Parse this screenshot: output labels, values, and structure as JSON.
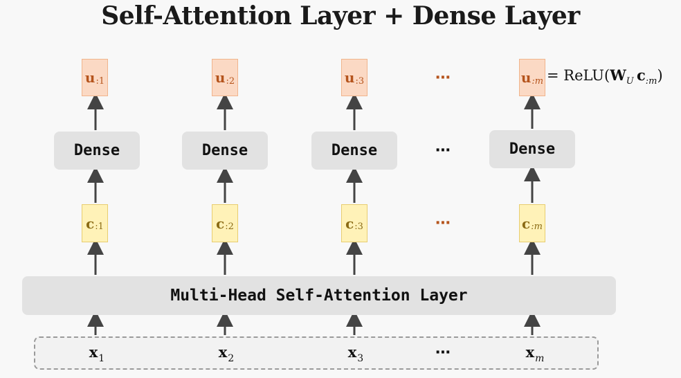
{
  "title": "Self-Attention Layer + Dense Layer",
  "attention_label": "Multi-Head Self-Attention Layer",
  "dense_label": "Dense",
  "ellipsis": "⋯",
  "columns": [
    {
      "u": "u",
      "u_sub": ":1",
      "c": "c",
      "c_sub": ":1",
      "x": "x",
      "x_sub": "1"
    },
    {
      "u": "u",
      "u_sub": ":2",
      "c": "c",
      "c_sub": ":2",
      "x": "x",
      "x_sub": "2"
    },
    {
      "u": "u",
      "u_sub": ":3",
      "c": "c",
      "c_sub": ":3",
      "x": "x",
      "x_sub": "3"
    },
    {
      "u": "u",
      "u_sub": ":m",
      "c": "c",
      "c_sub": ":m",
      "x": "x",
      "x_sub": "m"
    }
  ],
  "formula": {
    "eq": "= ReLU(",
    "W": "W",
    "W_sub": "U",
    "c": "c",
    "c_sub": ":m",
    "close": ")"
  },
  "colors": {
    "u_box": "#fbd9c4",
    "c_box": "#fff2b8",
    "layer_box": "#e2e2e2",
    "u_text": "#b5541c",
    "c_text": "#8a6a14",
    "dots_orange": "#b5541c"
  }
}
